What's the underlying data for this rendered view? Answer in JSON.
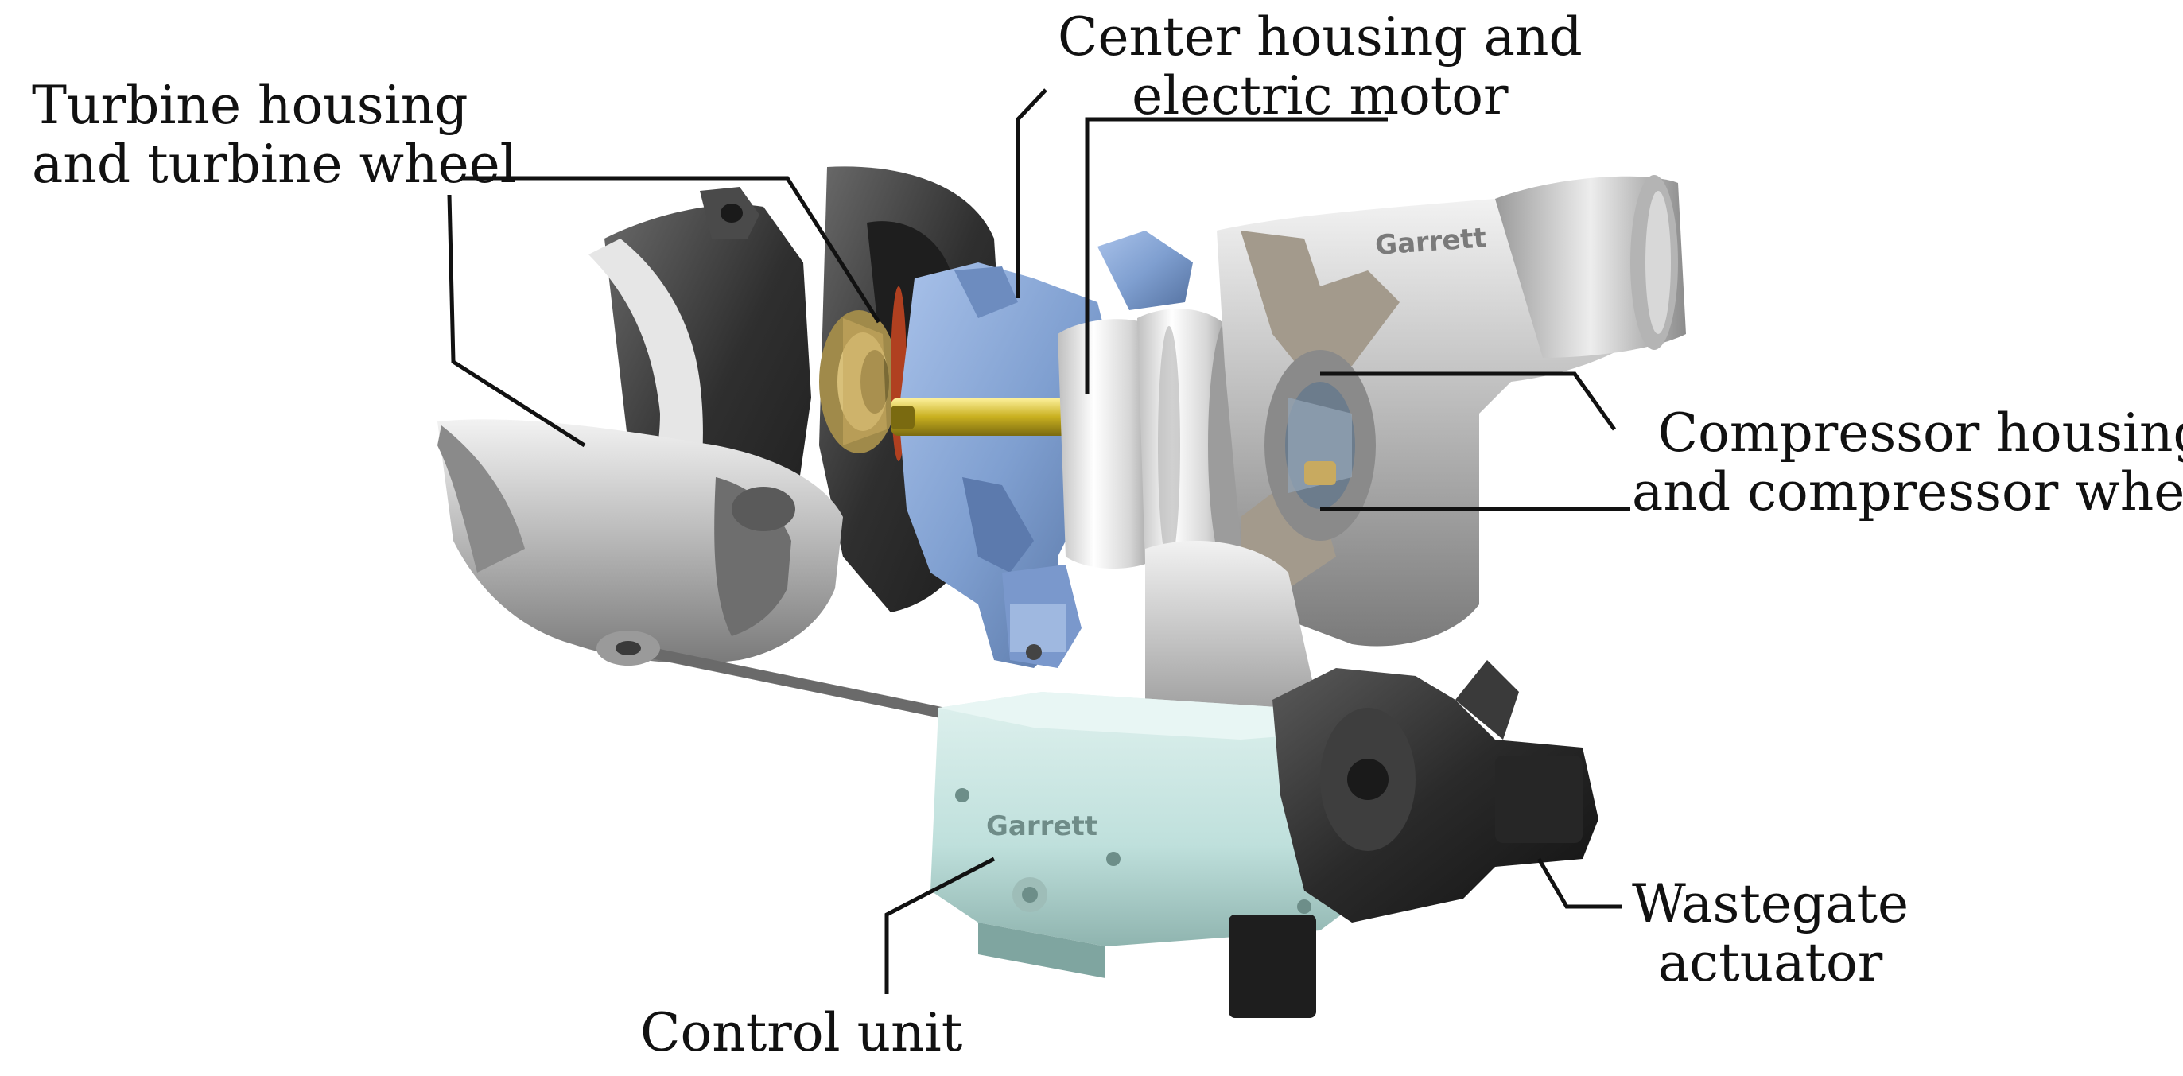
{
  "labels": {
    "turbine": [
      "Turbine housing",
      "and turbine wheel"
    ],
    "center": [
      "Center housing and",
      "electric motor"
    ],
    "compressor": [
      "Compressor housing",
      "and compressor wheel"
    ],
    "wastegate": [
      "Wastegate",
      "actuator"
    ],
    "control": [
      "Control unit"
    ]
  },
  "brand_text": "Garrett",
  "colors": {
    "center_housing": "#7f9fd0",
    "control_unit": "#bfe0dc",
    "actuator": "#2a2a2a",
    "shaft": "#c9b020",
    "metal": "#c8c8c8",
    "turbine_dark": "#3c3c3c",
    "leader_line": "#111111"
  }
}
